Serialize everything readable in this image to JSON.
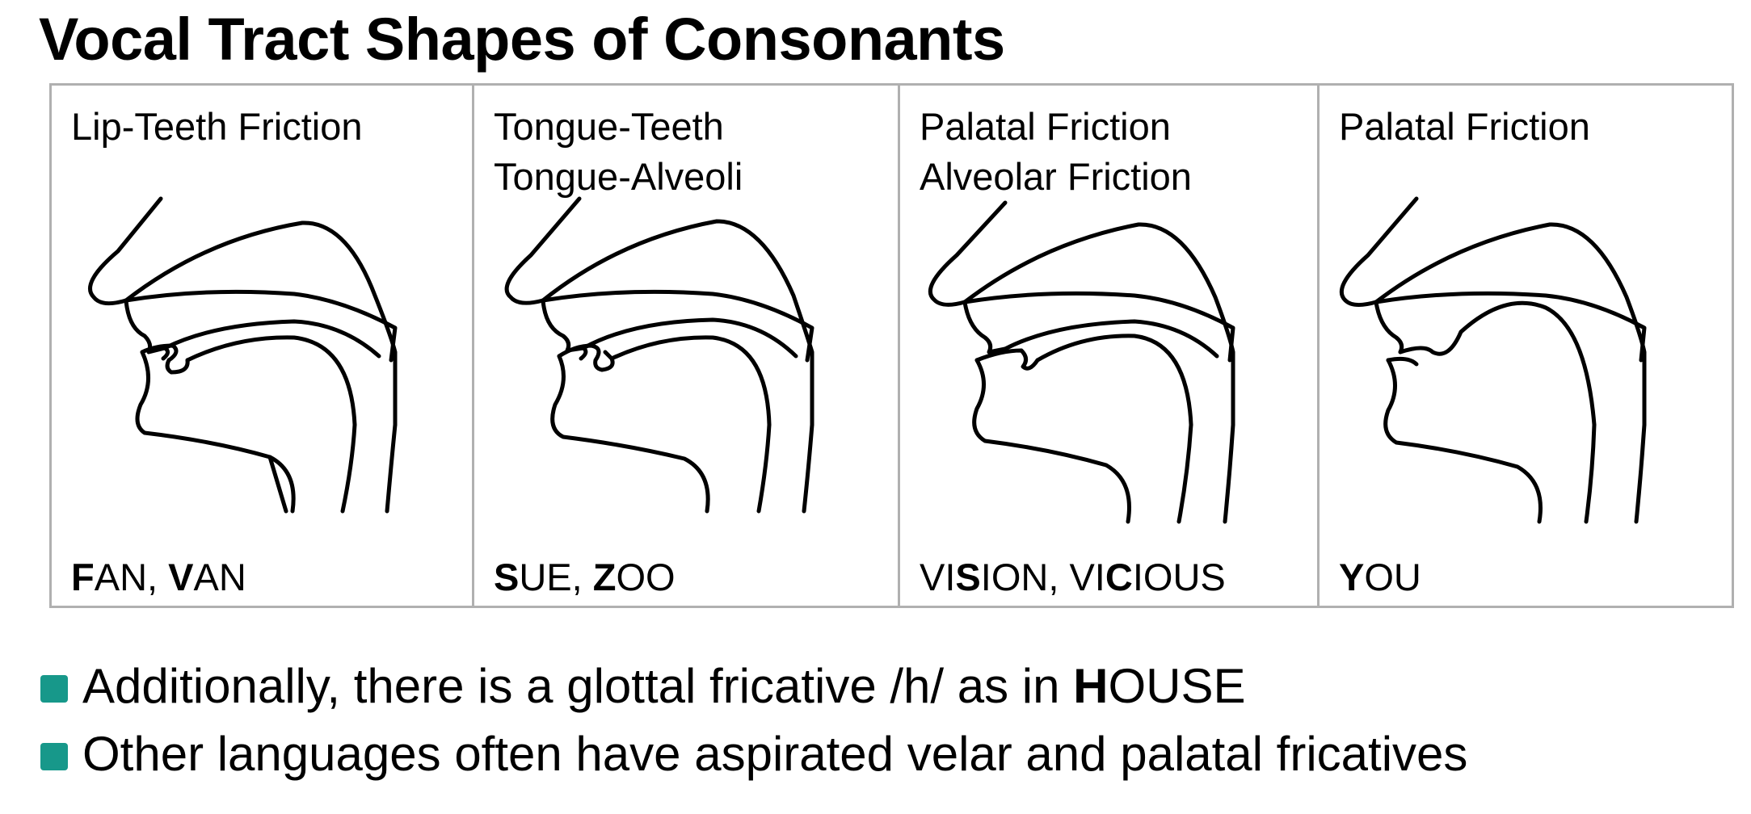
{
  "title": "Vocal Tract Shapes of Consonants",
  "panels": [
    {
      "label_lines": [
        "Lip-Teeth Friction"
      ],
      "example": [
        {
          "t": "F",
          "b": true
        },
        {
          "t": "AN, ",
          "b": false
        },
        {
          "t": "V",
          "b": true
        },
        {
          "t": "AN",
          "b": false
        }
      ]
    },
    {
      "label_lines": [
        "Tongue-Teeth",
        "Tongue-Alveoli"
      ],
      "example": [
        {
          "t": "S",
          "b": true
        },
        {
          "t": "UE, ",
          "b": false
        },
        {
          "t": "Z",
          "b": true
        },
        {
          "t": "OO",
          "b": false
        }
      ]
    },
    {
      "label_lines": [
        "Palatal Friction",
        "Alveolar Friction"
      ],
      "example": [
        {
          "t": "VI",
          "b": false
        },
        {
          "t": "S",
          "b": true
        },
        {
          "t": "ION, VI",
          "b": false
        },
        {
          "t": "C",
          "b": true
        },
        {
          "t": "IOUS",
          "b": false
        }
      ]
    },
    {
      "label_lines": [
        "Palatal Friction"
      ],
      "example": [
        {
          "t": "Y",
          "b": true
        },
        {
          "t": "OU",
          "b": false
        }
      ]
    }
  ],
  "bullets": [
    [
      {
        "t": "Additionally, there is a glottal fricative /h/ as in ",
        "b": false
      },
      {
        "t": "H",
        "b": true
      },
      {
        "t": "OUSE",
        "b": false
      }
    ],
    [
      {
        "t": "Other languages often have aspirated velar and palatal fricatives",
        "b": false
      }
    ]
  ],
  "colors": {
    "bullet": "#17988a",
    "border": "#b0b0b0"
  }
}
